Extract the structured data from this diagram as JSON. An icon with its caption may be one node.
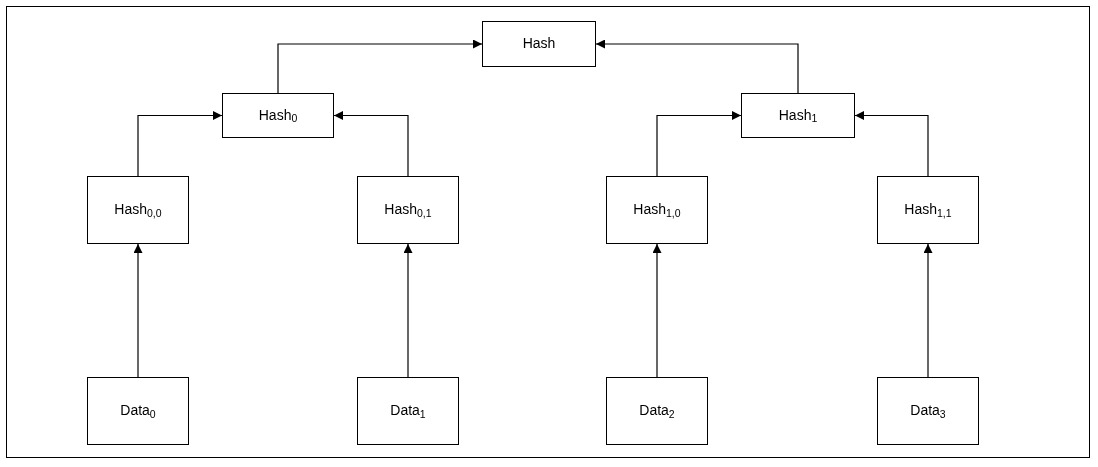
{
  "diagram": {
    "nodes": [
      {
        "text": [
          "Hash"
        ]
      },
      {
        "text": [
          "Hash$_{0}$"
        ]
      },
      {
        "text": [
          "Hash$_{1}$"
        ]
      },
      {
        "text": [
          "Hash$_{0,0}$"
        ]
      },
      {
        "text": [
          "Hash$_{0,1}$"
        ]
      },
      {
        "text": [
          "Hash$_{1,0}$"
        ]
      },
      {
        "text": [
          "Hash$_{1,1}$"
        ]
      },
      {
        "text": [
          "Data$_{0}$"
        ]
      },
      {
        "text": [
          "Data$_{1}$"
        ]
      },
      {
        "text": [
          "Data$_{2}$"
        ]
      },
      {
        "text": [
          "Data$_{3}$"
        ]
      }
    ],
    "edges": [
      {
        "from": 1,
        "to": 0,
        "arrow": "to"
      },
      {
        "from": 2,
        "to": 0,
        "arrow": "to"
      },
      {
        "from": 3,
        "to": 1,
        "arrow": "to"
      },
      {
        "from": 4,
        "to": 1,
        "arrow": "to"
      },
      {
        "from": 5,
        "to": 2,
        "arrow": "to"
      },
      {
        "from": 6,
        "to": 2,
        "arrow": "to"
      },
      {
        "from": 7,
        "to": 3,
        "arrow": "to"
      },
      {
        "from": 8,
        "to": 4,
        "arrow": "to"
      },
      {
        "from": 9,
        "to": 5,
        "arrow": "to"
      },
      {
        "from": 10,
        "to": 6,
        "arrow": "to"
      }
    ]
  }
}
